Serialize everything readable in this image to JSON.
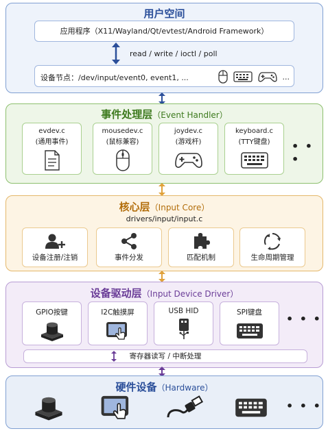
{
  "user_space": {
    "title": "用户空间",
    "app_label": "应用程序（X11/Wayland/Qt/evtest/Android Framework）",
    "io_label": "read / write / ioctl / poll",
    "device_node_label": "设备节点：/dev/input/event0, event1, ...",
    "more": "..."
  },
  "event_handler": {
    "title": "事件处理层",
    "subtitle": "（Event Handler）",
    "cards": [
      {
        "name": "evdev.c",
        "desc": "(通用事件)",
        "icon": "document-icon"
      },
      {
        "name": "mousedev.c",
        "desc": "(鼠标兼容)",
        "icon": "mouse-icon"
      },
      {
        "name": "joydev.c",
        "desc": "(游戏杆)",
        "icon": "gamepad-icon"
      },
      {
        "name": "keyboard.c",
        "desc": "(TTY键盘)",
        "icon": "keyboard-icon"
      }
    ],
    "more": "• • •"
  },
  "input_core": {
    "title": "核心层",
    "subtitle": "（Input Core）",
    "path": "drivers/input/input.c",
    "items": [
      {
        "label": "设备注册/注销",
        "icon": "user-add-icon"
      },
      {
        "label": "事件分发",
        "icon": "share-icon"
      },
      {
        "label": "匹配机制",
        "icon": "puzzle-icon"
      },
      {
        "label": "生命周期管理",
        "icon": "cycle-icon"
      }
    ]
  },
  "device_driver": {
    "title": "设备驱动层",
    "subtitle": "（Input Device Driver）",
    "cards": [
      {
        "label": "GPIO按键",
        "icon": "button-icon"
      },
      {
        "label": "I2C触摸屏",
        "icon": "touchscreen-icon"
      },
      {
        "label": "USB HID",
        "icon": "usb-icon"
      },
      {
        "label": "SPI键盘",
        "icon": "keyboard-icon"
      }
    ],
    "more": "• • •",
    "register_label": "寄存器读写 / 中断处理"
  },
  "hardware": {
    "title": "硬件设备",
    "subtitle": "（Hardware）",
    "icons": [
      "button-icon",
      "touchscreen-icon",
      "usb-cable-icon",
      "keyboard-icon"
    ],
    "more": "• • •"
  }
}
